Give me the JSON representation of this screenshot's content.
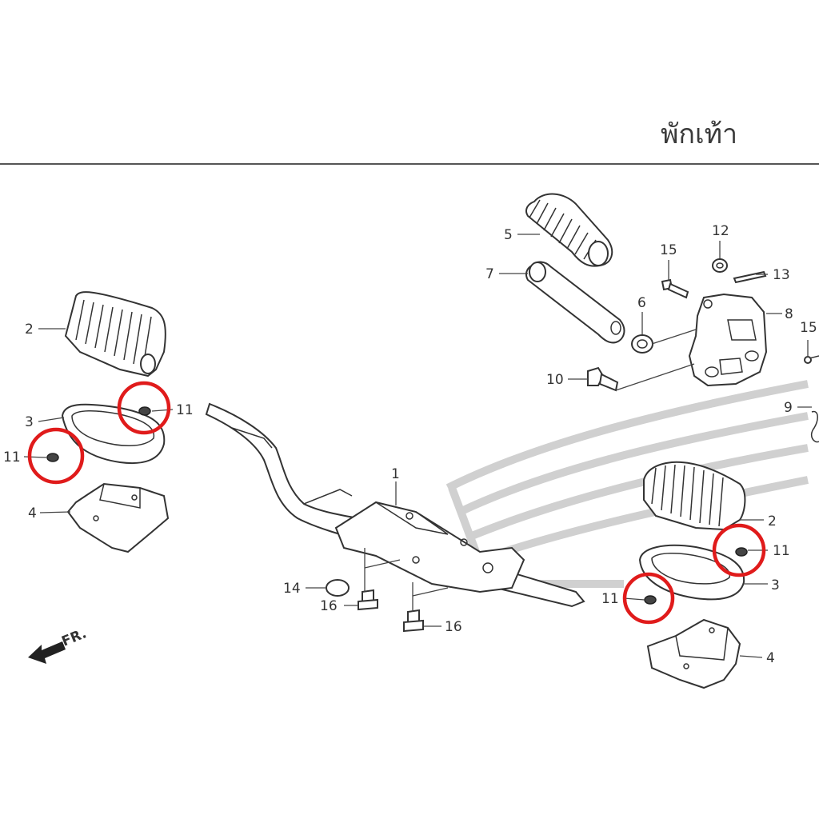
{
  "title": "พักเท้า",
  "front_marker": "FR.",
  "colors": {
    "highlight": "#e01b1b",
    "line": "#333333"
  },
  "labels": [
    {
      "id": "p1",
      "text": "1"
    },
    {
      "id": "p2a",
      "text": "2"
    },
    {
      "id": "p2b",
      "text": "2"
    },
    {
      "id": "p3a",
      "text": "3"
    },
    {
      "id": "p3b",
      "text": "3"
    },
    {
      "id": "p4a",
      "text": "4"
    },
    {
      "id": "p4b",
      "text": "4"
    },
    {
      "id": "p5",
      "text": "5"
    },
    {
      "id": "p6",
      "text": "6"
    },
    {
      "id": "p7",
      "text": "7"
    },
    {
      "id": "p8",
      "text": "8"
    },
    {
      "id": "p9",
      "text": "9"
    },
    {
      "id": "p10",
      "text": "10"
    },
    {
      "id": "p11a",
      "text": "11"
    },
    {
      "id": "p11b",
      "text": "11"
    },
    {
      "id": "p11c",
      "text": "11"
    },
    {
      "id": "p11d",
      "text": "11"
    },
    {
      "id": "p12",
      "text": "12"
    },
    {
      "id": "p13",
      "text": "13"
    },
    {
      "id": "p14",
      "text": "14"
    },
    {
      "id": "p15a",
      "text": "15"
    },
    {
      "id": "p15b",
      "text": "15"
    },
    {
      "id": "p16a",
      "text": "16"
    },
    {
      "id": "p16b",
      "text": "16"
    }
  ]
}
